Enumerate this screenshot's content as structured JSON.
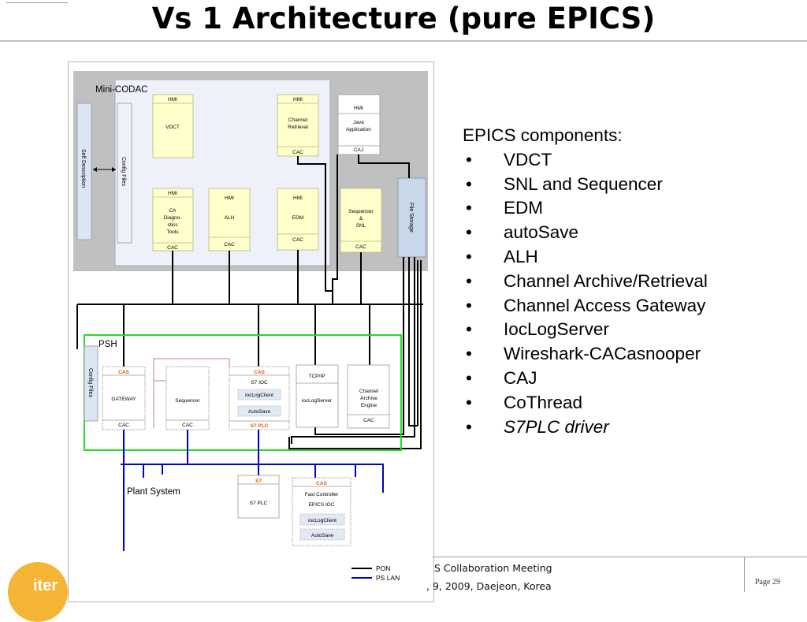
{
  "slide": {
    "title": "Vs 1 Architecture (pure EPICS)",
    "page_label": "Page 29"
  },
  "footer": {
    "meeting_fragment": "S Collaboration Meeting",
    "date_fragment": ", 9, 2009, Daejeon, Korea",
    "logo_text": "iter"
  },
  "components_list": {
    "heading": "EPICS components:",
    "bullet": "•",
    "items": [
      "VDCT",
      "SNL and Sequencer",
      "EDM",
      "autoSave",
      "ALH",
      "Channel Archive/Retrieval",
      "Channel Access Gateway",
      "IocLogServer",
      "Wireshark-CACasnooper",
      "CAJ",
      "CoThread"
    ],
    "italic_item": "S7PLC driver"
  },
  "diagram": {
    "mini_codac": {
      "label": "Mini-CODAC",
      "self_description": "Self Description",
      "config_files": "Config Files",
      "file_storage": "File Storage",
      "vdct": {
        "top": "HMI",
        "body": "VDCT"
      },
      "channel_retrieval": {
        "top": "HMI",
        "body_1": "Channel",
        "body_2": "Retrieval",
        "bottom": "CAC"
      },
      "java_app": {
        "top": "HMI",
        "body_1": "Java",
        "body_2": "Application",
        "bottom": "CAJ"
      },
      "ca_diag": {
        "top": "HMI",
        "body_1": "CA",
        "body_2": "Diagno-",
        "body_3": "stics",
        "body_4": "Tools",
        "bottom": "CAC"
      },
      "alh": {
        "top": "HMI",
        "body": "ALH",
        "bottom": "CAC"
      },
      "edm": {
        "top": "HMI",
        "body": "EDM",
        "bottom": "CAC"
      },
      "sequencer_snl": {
        "body_1": "Sequencer",
        "body_2": "&",
        "body_3": "SNL",
        "bottom": "CAC"
      }
    },
    "psh": {
      "label": "PSH",
      "config_files": "Config Files",
      "gateway": {
        "top": "CAS",
        "body": "GATEWAY",
        "bottom": "CAC"
      },
      "sequencer": {
        "body": "Sequencer",
        "bottom": "CAC"
      },
      "s7_ioc": {
        "top": "CAS",
        "title": "S7 IOC",
        "ioclog": "iocLogClient",
        "autosave": "AutoSave",
        "bottom": "S7 PLC"
      },
      "ioclogserver": {
        "top": "TCP/IP",
        "body": "iocLogServer"
      },
      "channel_archive": {
        "body_1": "Channel",
        "body_2": "Archive",
        "body_3": "Engine",
        "bottom": "CAC"
      }
    },
    "plant": {
      "label": "Plant System",
      "s7_plc": {
        "top": "S7",
        "body": "S7 PLC"
      },
      "fast_controller": {
        "top": "CAS",
        "title_1": "Fast Controller",
        "title_2": "EPICS IOC",
        "ioclog": "iocLogClient",
        "autosave": "AutoSave"
      }
    },
    "legend": {
      "pon": "PON",
      "ps_lan": "PS LAN"
    },
    "colors": {
      "pon": "#000000",
      "ps_lan": "#0000cc",
      "psh_border": "#22cc22",
      "hmi_fill": "#ffffcc",
      "cas_text": "#e05a00",
      "file_storage": "#c9d7ea"
    }
  }
}
